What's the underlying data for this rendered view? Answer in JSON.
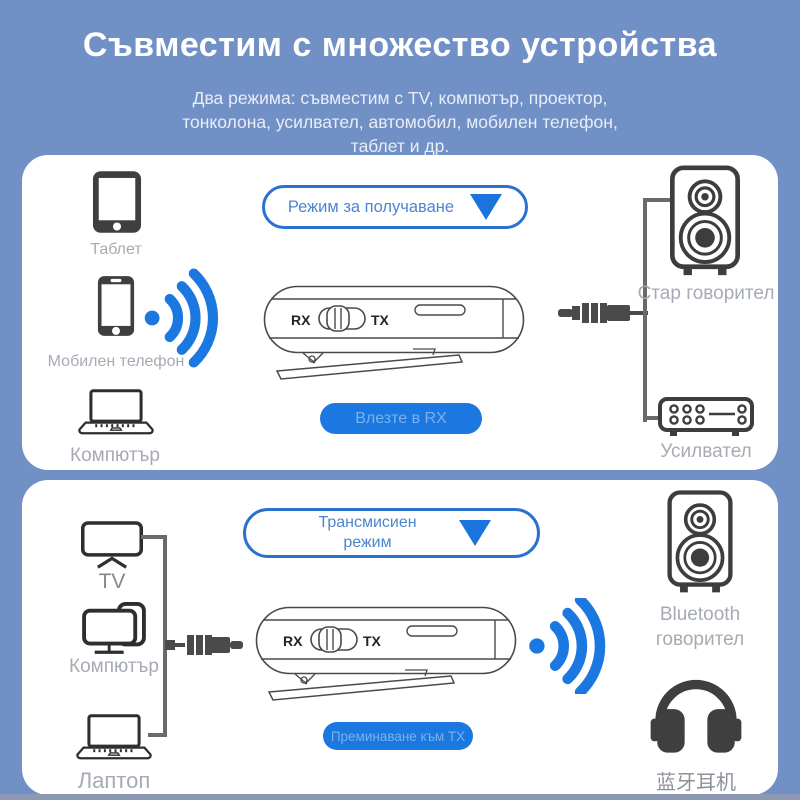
{
  "header": {
    "title": "Съвместим с множество устройства",
    "subtitle_lines": [
      "Два режима: съвместим с TV, компютър, проектор,",
      "тонколона, усилвател, автомобил, мобилен телефон,",
      "таблет и др."
    ]
  },
  "colors": {
    "background": "#7190c6",
    "panel": "#ffffff",
    "accent": "#1b78e0",
    "outline_blue": "#2b72d0",
    "icon_dark": "#3f3f3f",
    "label_gray": "#a6abb3"
  },
  "receive_panel": {
    "mode_label": "Режим за получаване",
    "action_label": "Влезте в RX",
    "sources": [
      {
        "label": "Таблет",
        "icon": "tablet-icon"
      },
      {
        "label": "Мобилен телефон",
        "icon": "smartphone-icon"
      },
      {
        "label": "Компютър",
        "icon": "laptop-icon"
      }
    ],
    "switch": {
      "rx": "RX",
      "tx": "TX"
    },
    "outputs": [
      {
        "label": "Стар говорител",
        "icon": "speaker-icon"
      },
      {
        "label": "Усилвател",
        "icon": "amplifier-icon"
      }
    ]
  },
  "transmit_panel": {
    "mode_label": "Трансмисиен режим",
    "action_label": "Преминаване към TX",
    "sources": [
      {
        "label": "TV",
        "icon": "tv-icon"
      },
      {
        "label": "Компютър",
        "icon": "monitor-icon"
      },
      {
        "label": "Лаптоп",
        "icon": "laptop-icon"
      }
    ],
    "switch": {
      "rx": "RX",
      "tx": "TX"
    },
    "outputs": [
      {
        "label": "Bluetooth говорител",
        "icon": "speaker-icon"
      },
      {
        "label": "蓝牙耳机",
        "icon": "headphones-icon"
      }
    ]
  }
}
